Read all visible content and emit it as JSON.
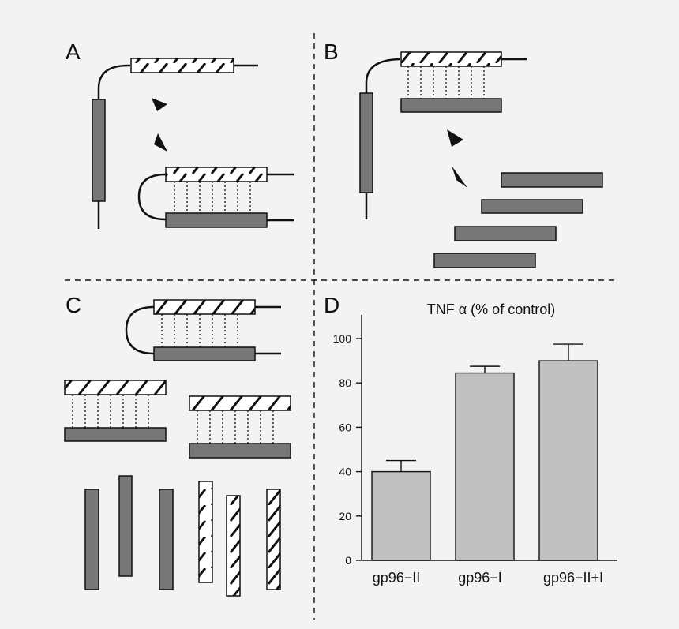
{
  "panels": {
    "a": "A",
    "b": "B",
    "c": "C",
    "d": "D"
  },
  "colors": {
    "background": "#f3f3f3",
    "strand_gray": "#777777",
    "bar_fill": "#c0c0c0",
    "ink": "#111111"
  },
  "chart_data": {
    "type": "bar",
    "title": "TNF α (% of control)",
    "categories": [
      "gp96−II",
      "gp96−I",
      "gp96−II+I"
    ],
    "values": [
      40,
      84.5,
      90
    ],
    "errors": [
      5,
      3,
      7.5
    ],
    "ylim": [
      0,
      110
    ],
    "yticks": [
      "0",
      "20",
      "40",
      "60",
      "80",
      "100"
    ],
    "xlabel": "",
    "ylabel": "",
    "grid": false
  }
}
